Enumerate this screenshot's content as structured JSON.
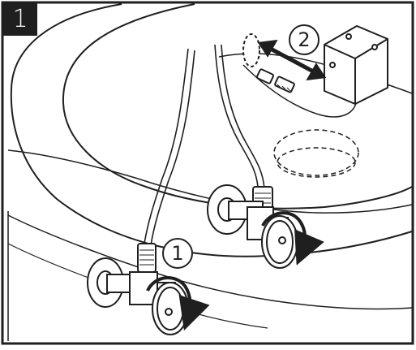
{
  "step": {
    "number": "1"
  },
  "callouts": [
    {
      "id": "valve",
      "label": "1"
    },
    {
      "id": "connector",
      "label": "2"
    }
  ],
  "colors": {
    "line": "#1f1f1f",
    "background": "#ffffff"
  },
  "icons": [
    "rotation-arrow-icon",
    "double-arrow-icon",
    "junction-box-icon",
    "drain-cap-icon"
  ]
}
